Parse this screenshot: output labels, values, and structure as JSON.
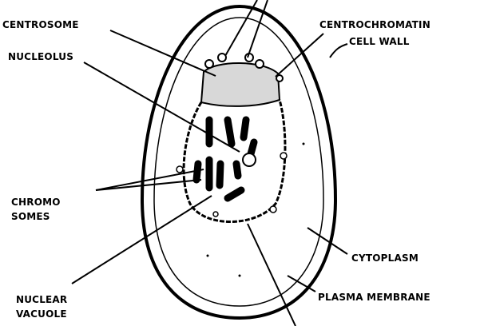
{
  "title": "Plant cell structure diagram",
  "labels": {
    "centrosome": "CENTROSOME",
    "nucleolus": "NUCLEOLUS",
    "chromosomes_line1": "CHROMO",
    "chromosomes_line2": "SOMES",
    "nuclear_vacuole_line1": "NUCLEAR",
    "nuclear_vacuole_line2": "VACUOLE",
    "centrochromatin": "CENTROCHROMATIN",
    "cell_wall": "CELL WALL",
    "cytoplasm": "CYTOPLASM",
    "plasma_membrane": "PLASMA MEMBRANE"
  },
  "colors": {
    "ink": "#000000",
    "background": "#ffffff",
    "centrosome_fill": "#d8d8d8"
  }
}
